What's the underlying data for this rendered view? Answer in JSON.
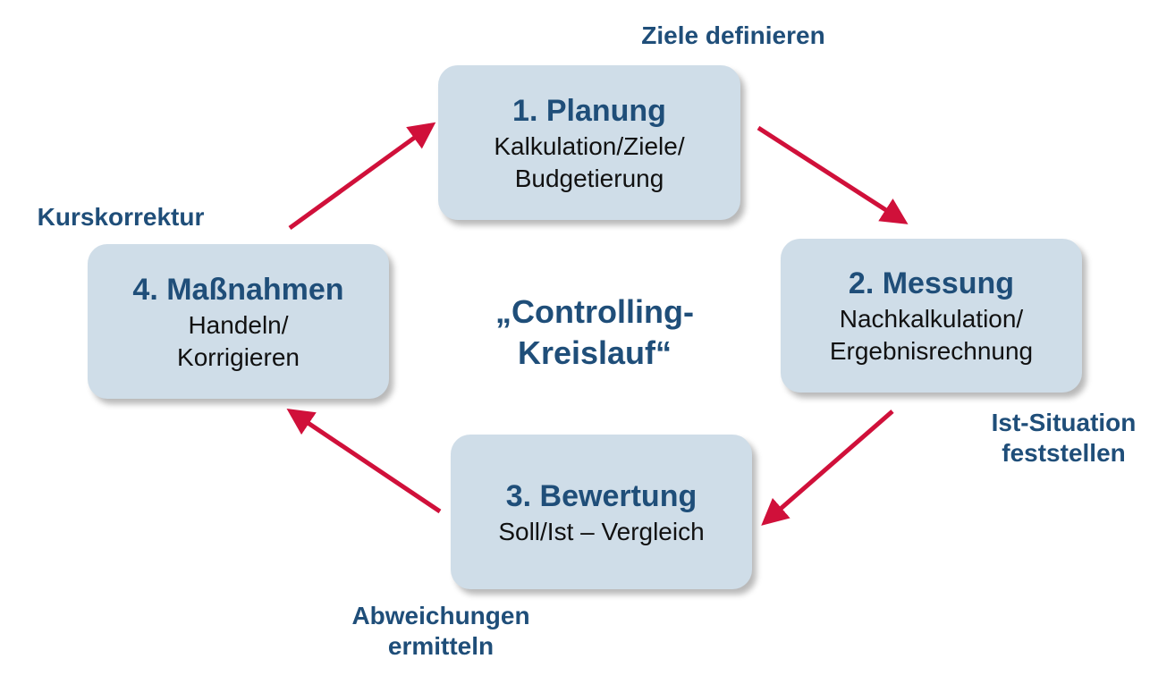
{
  "center": {
    "line1": "„Controlling-",
    "line2": "Kreislauf“"
  },
  "steps": [
    {
      "title": "1. Planung",
      "line1": "Kalkulation/Ziele/",
      "line2": "Budgetierung"
    },
    {
      "title": "2. Messung",
      "line1": "Nachkalkulation/",
      "line2": "Ergebnisrechnung"
    },
    {
      "title": "3. Bewertung",
      "line1": "Soll/Ist – Vergleich"
    },
    {
      "title": "4. Maßnahmen",
      "line1": "Handeln/",
      "line2": "Korrigieren"
    }
  ],
  "transitions": {
    "ziele": {
      "line1": "Ziele definieren"
    },
    "ist": {
      "line1": "Ist-Situation",
      "line2": "feststellen"
    },
    "abweichungen": {
      "line1": "Abweichungen",
      "line2": "ermitteln"
    },
    "kurs": {
      "line1": "Kurskorrektur"
    }
  },
  "colors": {
    "box_fill": "#cfdde8",
    "title_text": "#1f4e79",
    "arrow": "#d0103a"
  }
}
